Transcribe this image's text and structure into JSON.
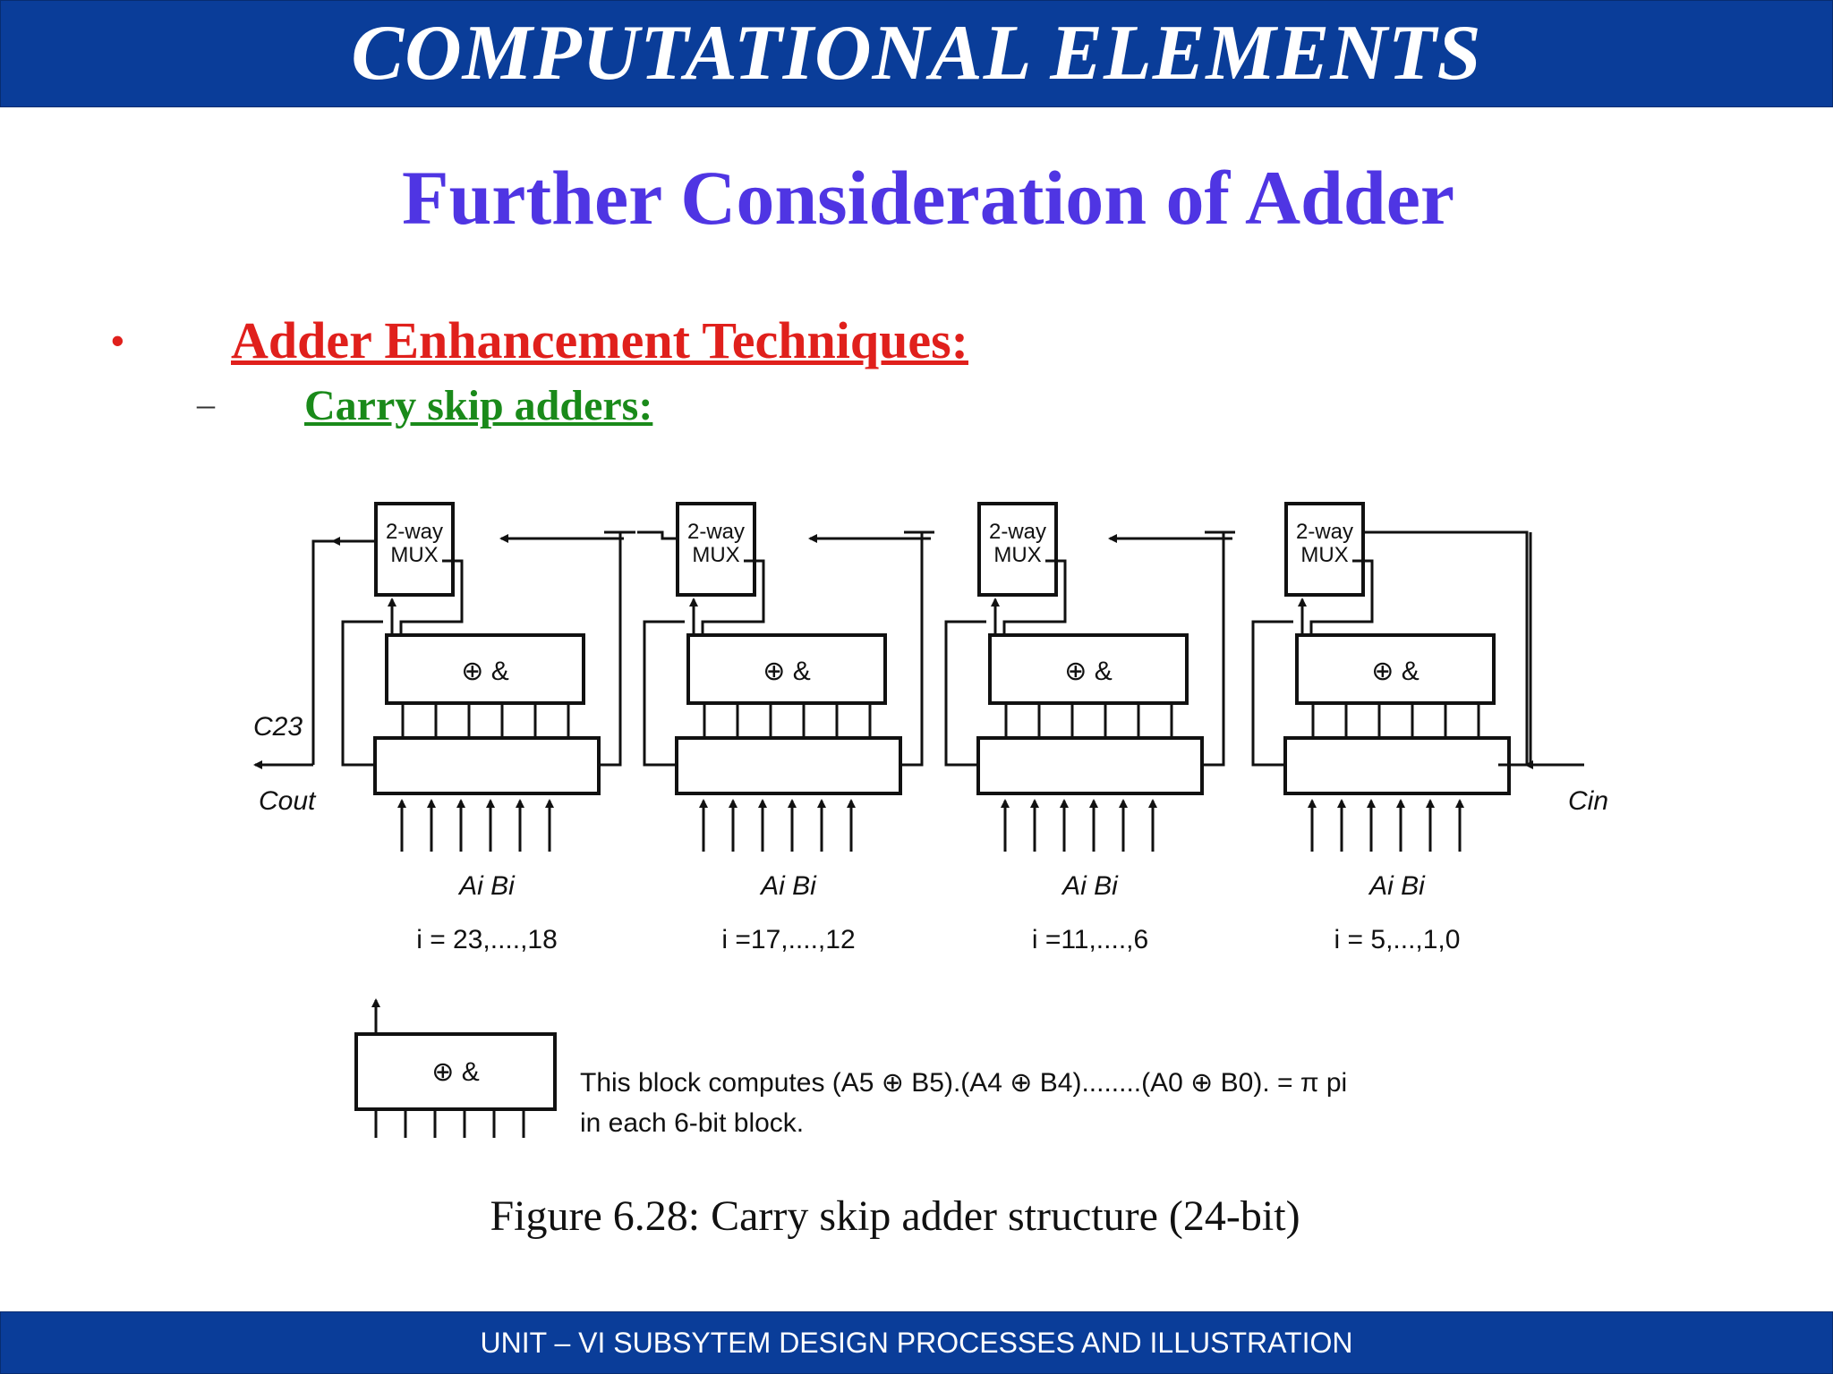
{
  "header": {
    "title": "COMPUTATIONAL ELEMENTS"
  },
  "slide": {
    "title": "Further Consideration of Adder",
    "bullet": {
      "marker": "•",
      "text": "Adder Enhancement Techniques:"
    },
    "sub_bullet": {
      "marker": "–",
      "text": "Carry skip adders:"
    }
  },
  "figure": {
    "mux_label_line1": "2-way",
    "mux_label_line2": "MUX",
    "gate_label": "⊕ &",
    "input_labels": "Ai  Bi",
    "carry_out_top": "C23",
    "carry_out_bottom": "Cout",
    "carry_in": "Cin",
    "block_ranges": [
      "i = 23,....,18",
      "i =17,....,12",
      "i =11,....,6",
      "i = 5,...,1,0"
    ],
    "legend_gate_label": "⊕ &",
    "legend_line1": "This block computes (A5 ⊕ B5).(A4 ⊕ B4)........(A0 ⊕ B0). = π pi",
    "legend_line2": "in each 6-bit block.",
    "caption": "Figure 6.28: Carry skip adder structure (24-bit)"
  },
  "footer": {
    "text": "UNIT – VI SUBSYTEM DESIGN PROCESSES AND ILLUSTRATION"
  },
  "colors": {
    "header_bg": "#0a3d99",
    "title": "#4f35e3",
    "bullet": "#e0201c",
    "sub_bullet": "#1a8a1a"
  }
}
